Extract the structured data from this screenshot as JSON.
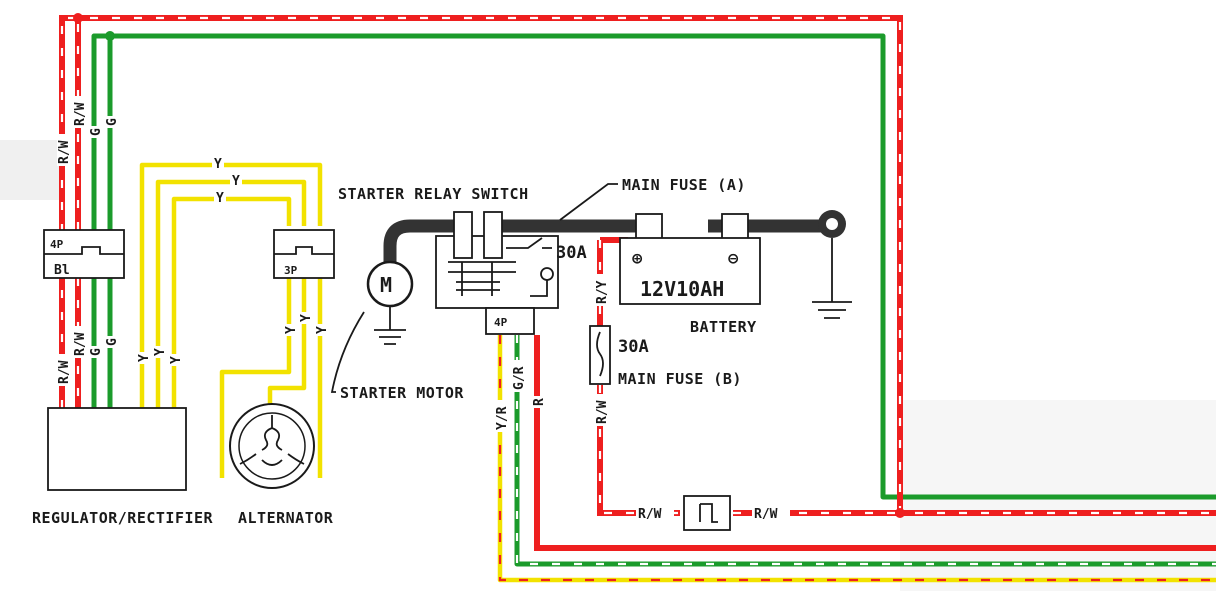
{
  "components": {
    "regulator_rectifier": "REGULATOR/RECTIFIER",
    "alternator": "ALTERNATOR",
    "starter_relay_switch": "STARTER RELAY SWITCH",
    "starter_motor": "STARTER MOTOR",
    "battery": "BATTERY",
    "battery_rating": "12V10AH",
    "main_fuse_a": "MAIN FUSE (A)",
    "main_fuse_b": "MAIN FUSE (B)",
    "fuse_rating_relay": "30A",
    "fuse_rating_b": "30A",
    "motor_symbol": "M"
  },
  "connectors": {
    "reg_connector_top": "4P",
    "reg_connector_bottom": "Bl",
    "alt_connector": "3P",
    "relay_connector": "4P"
  },
  "battery_terminals": {
    "plus": "⊕",
    "minus": "⊖"
  },
  "wire_labels": {
    "rw": "R/W",
    "g": "G",
    "y": "Y",
    "yr": "Y/R",
    "gr": "G/R",
    "r": "R",
    "ry": "R/Y"
  },
  "colors": {
    "red": "#ee1f1f",
    "green": "#1b9b2b",
    "yellow": "#f2e200",
    "black_cable": "#333333"
  }
}
